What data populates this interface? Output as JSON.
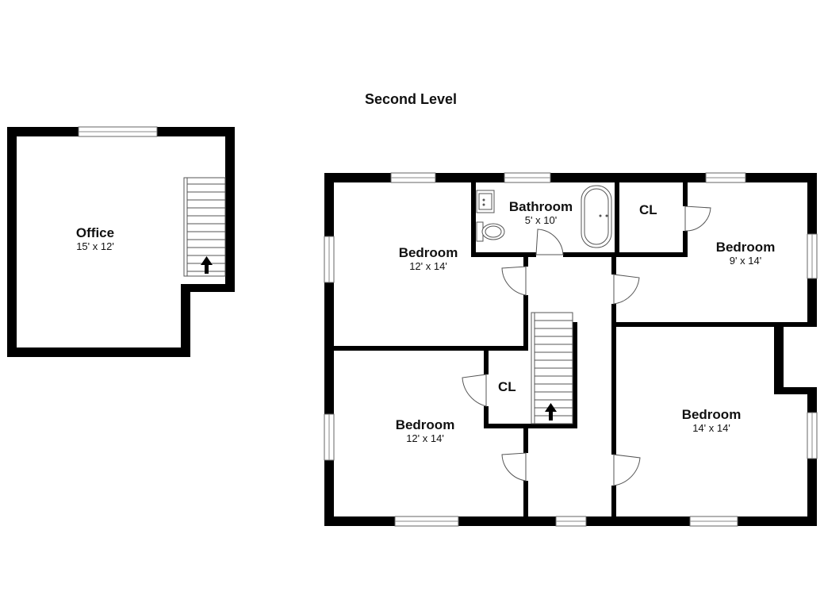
{
  "title": "Second Level",
  "rooms": {
    "office": {
      "name": "Office",
      "dims": "15' x 12'"
    },
    "bathroom": {
      "name": "Bathroom",
      "dims": "5' x 10'"
    },
    "bedroom_nw": {
      "name": "Bedroom",
      "dims": "12' x 14'"
    },
    "bedroom_ne": {
      "name": "Bedroom",
      "dims": "9' x 14'"
    },
    "bedroom_sw": {
      "name": "Bedroom",
      "dims": "12' x 14'"
    },
    "bedroom_se": {
      "name": "Bedroom",
      "dims": "14' x 14'"
    },
    "closet_ne": {
      "name": "CL"
    },
    "closet_sw": {
      "name": "CL"
    }
  },
  "colors": {
    "wall": "#000000",
    "window": "#9a9a9a",
    "background": "#ffffff"
  }
}
